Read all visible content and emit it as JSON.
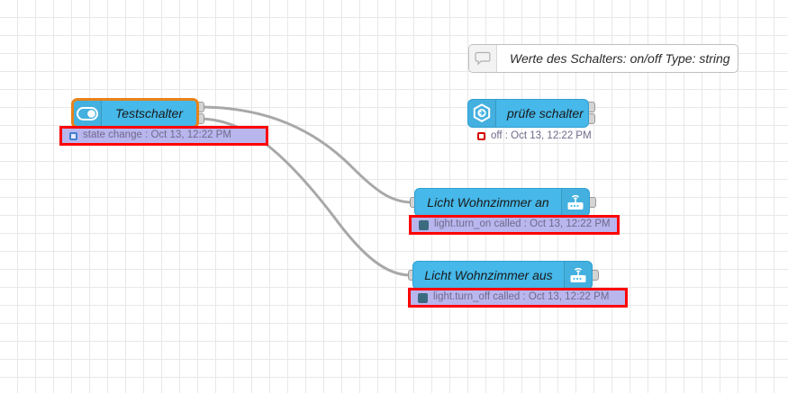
{
  "editor": {
    "name": "node-red-flow-canvas",
    "grid_size": 20,
    "grid_color": "#e8e8e8",
    "background": "#ffffff"
  },
  "palette": {
    "node_fill": "#46b8e9",
    "node_selected_border": "#e8821a",
    "wire_color": "#a8a8a8",
    "highlight_border": "#ff0000",
    "highlight_fill": "#b9b6ee",
    "status_text": "#6e6a8a"
  },
  "comment": {
    "icon": "comment-bubble-icon",
    "text": "Werte des Schalters: on/off Type: string"
  },
  "nodes": [
    {
      "id": "testschalter",
      "label": "Testschalter",
      "icon": "toggle-switch-icon",
      "icon_side": "left",
      "selected": true,
      "inputs": 0,
      "outputs": 2,
      "status": {
        "icon": "blue-ring-icon",
        "text": "state change : Oct 13, 12:22 PM",
        "highlighted": true
      }
    },
    {
      "id": "pruefe-schalter",
      "label": "prüfe schalter",
      "icon": "switch-hexagon-arrow-icon",
      "icon_side": "left",
      "selected": false,
      "inputs": 0,
      "outputs": 2,
      "status": {
        "icon": "red-ring-icon",
        "text": "off : Oct 13, 12:22 PM",
        "highlighted": false
      }
    },
    {
      "id": "licht-wohnzimmer-an",
      "label": "Licht Wohnzimmer an",
      "icon": "wifi-router-icon",
      "icon_side": "right",
      "selected": false,
      "inputs": 1,
      "outputs": 1,
      "status": {
        "icon": "slate-dot-icon",
        "text": "light.turn_on called : Oct 13, 12:22 PM",
        "highlighted": true
      }
    },
    {
      "id": "licht-wohnzimmer-aus",
      "label": "Licht Wohnzimmer aus",
      "icon": "wifi-router-icon",
      "icon_side": "right",
      "selected": false,
      "inputs": 1,
      "outputs": 1,
      "status": {
        "icon": "slate-dot-icon",
        "text": "light.turn_off called : Oct 13, 12:22 PM",
        "highlighted": true
      }
    }
  ],
  "wires": [
    {
      "from": "testschalter-output-1",
      "to": "licht-wohnzimmer-an-input"
    },
    {
      "from": "testschalter-output-2",
      "to": "licht-wohnzimmer-aus-input"
    }
  ]
}
